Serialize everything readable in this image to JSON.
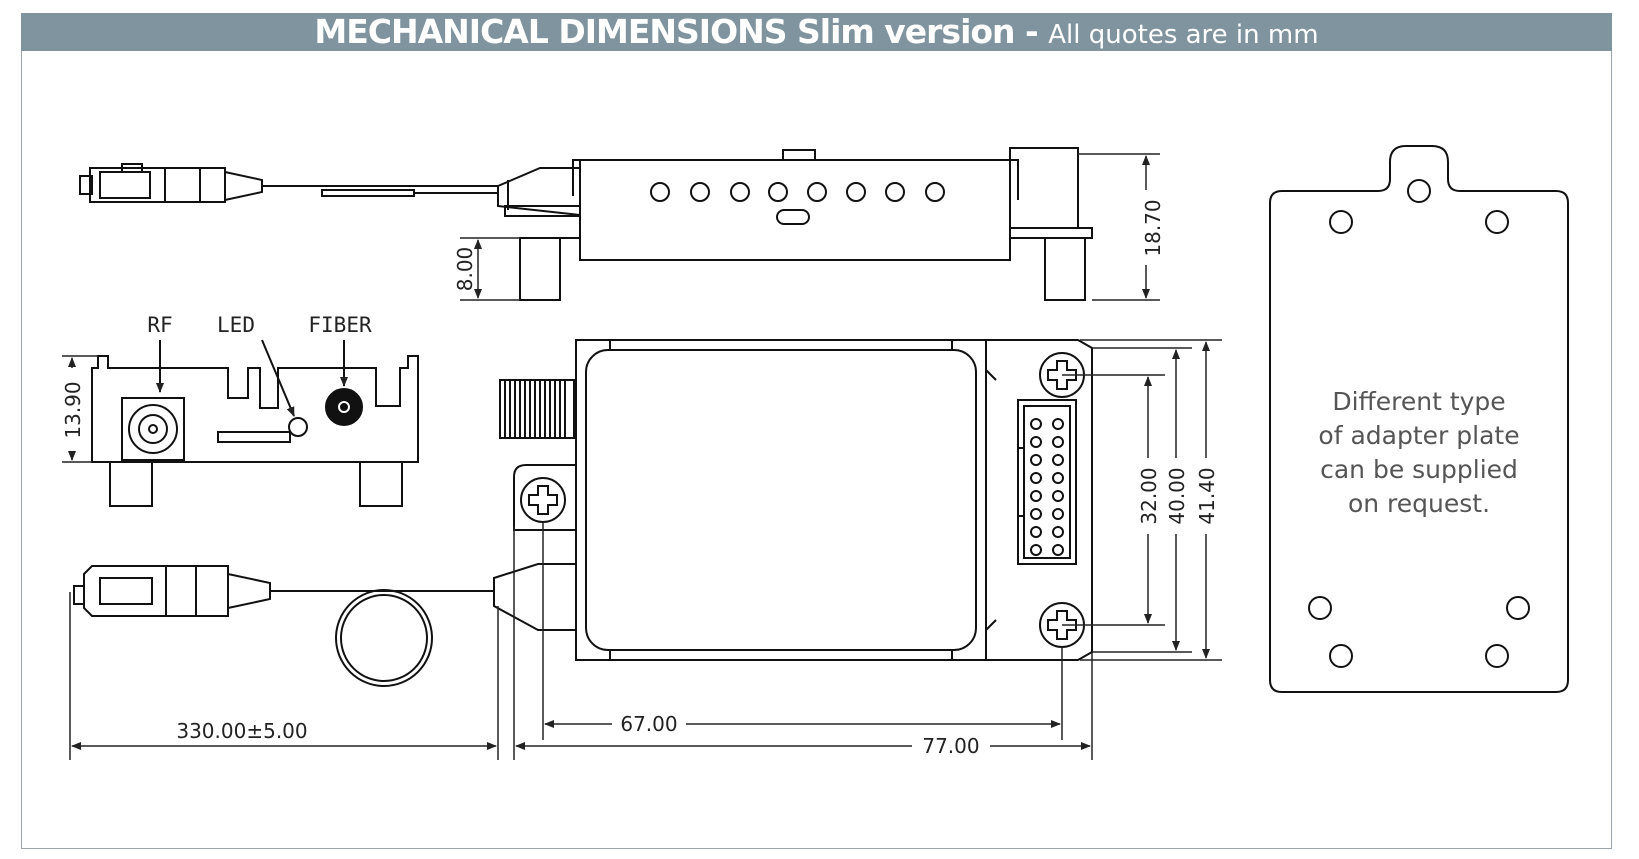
{
  "header": {
    "title": "MECHANICAL DIMENSIONS Slim version",
    "separator": " - ",
    "subtitle": "All quotes are in mm",
    "background_color": "#7f949f"
  },
  "side_view": {
    "dim_height": "18.70",
    "dim_feet": "8.00"
  },
  "end_view": {
    "label_rf": "RF",
    "label_led": "LED",
    "label_fiber": "FIBER",
    "dim_height": "13.90"
  },
  "top_view": {
    "dim_cable_length": "330.00±5.00",
    "dim_hole_spacing": "67.00",
    "dim_total_length": "77.00",
    "dim_hole_vertical": "32.00",
    "dim_body_width": "40.00",
    "dim_total_width": "41.40"
  },
  "adapter_plate": {
    "note_lines": [
      "Different type",
      "of adapter plate",
      "can be supplied",
      "on request."
    ]
  },
  "colors": {
    "line": "#111111",
    "dim_line": "#222222"
  },
  "icons": [
    "screw-cross-icon",
    "arrow-head-icon"
  ]
}
